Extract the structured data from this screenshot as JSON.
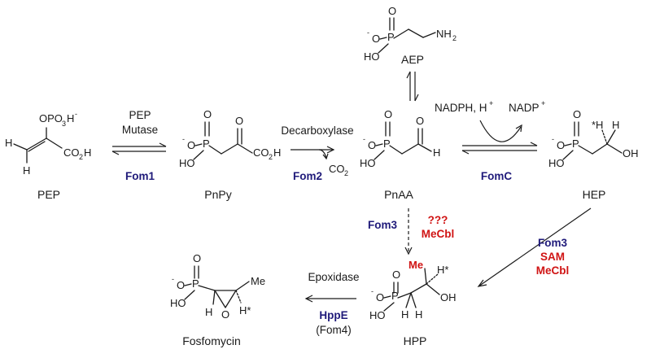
{
  "compounds": {
    "pep": "PEP",
    "pnpy": "PnPy",
    "pnaa": "PnAA",
    "aep": "AEP",
    "hep": "HEP",
    "hpp": "HPP",
    "fosfomycin": "Fosfomycin"
  },
  "steps": {
    "step1": {
      "reagent_line1": "PEP",
      "reagent_line2": "Mutase",
      "enzyme": "Fom1"
    },
    "step2": {
      "reagent": "Decarboxylase",
      "byproduct": "CO2",
      "enzyme": "Fom2"
    },
    "step3": {
      "cofactor_in": "NADPH, H+",
      "cofactor_out": "NADP+",
      "enzyme": "FomC"
    },
    "step4_dashed": {
      "enzyme": "Fom3",
      "unknown": "???",
      "cofactor": "MeCbl"
    },
    "step4": {
      "enzyme": "Fom3",
      "cofactor1": "SAM",
      "cofactor2": "MeCbl"
    },
    "step5": {
      "reagent": "Epoxidase",
      "enzyme": "HppE",
      "alias": "(Fom4)"
    }
  },
  "colors": {
    "enzyme": "#1f1a7a",
    "cofactor": "#d01414",
    "structure": "#1a1a1a"
  }
}
